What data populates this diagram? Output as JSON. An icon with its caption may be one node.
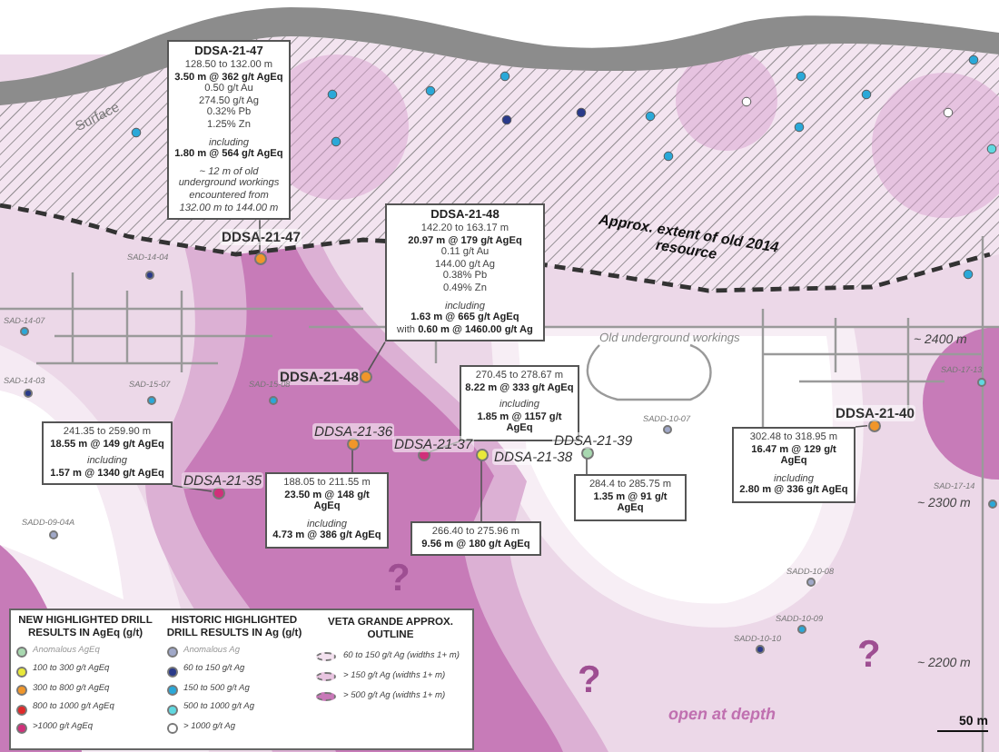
{
  "diagram": {
    "nodes": [
      {
        "text": [
          "DDSA-21-47",
          "128.50 to 132.00 m",
          "3.50 m @ 362 g/t AgEq",
          "0.50 g/t Au",
          "274.50 g/t Ag",
          "0.32% Pb",
          "1.25% Zn",
          "including",
          "1.80 m @ 564 g/t AgEq",
          "~ 12 m of old underground workings encountered from 132.00 m to 144.00 m"
        ]
      },
      {
        "text": [
          "DDSA-21-48",
          "142.20 to 163.17 m",
          "20.97 m @ 179 g/t AgEq",
          "0.11 g/t Au",
          "144.00 g/t Ag",
          "0.38% Pb",
          "0.49% Zn",
          "including",
          "1.63 m @ 665 g/t AgEq",
          "with **0.60 m @ 1460.00 g/t Ag**"
        ]
      },
      {
        "text": [],
        "shape": "circle",
        "beside": [
          "DDSA-21-47"
        ]
      },
      {
        "text": [],
        "shape": "circle",
        "beside": [
          "DDSA-21-48"
        ]
      },
      {
        "text": [
          "270.45 to 278.67 m",
          "8.22 m @ 333 g/t AgEq",
          "including",
          "1.85 m @ 1157 g/t AgEq"
        ]
      },
      {
        "text": [
          "241.35 to 259.90 m",
          "18.55 m @ 149 g/t AgEq",
          "including",
          "1.57 m @ 1340 g/t AgEq"
        ]
      },
      {
        "text": [
          "302.48 to 318.95 m",
          "16.47 m @ 129 g/t AgEq",
          "including",
          "2.80 m @ 336 g/t AgEq"
        ]
      },
      {
        "text": [],
        "shape": "circle",
        "beside": [
          "DDSA-21-36"
        ]
      },
      {
        "text": [],
        "shape": "circle",
        "beside": [
          "DDSA-21-37"
        ]
      },
      {
        "text": [],
        "shape": "circle",
        "beside": [
          "DDSA-21-38"
        ]
      },
      {
        "text": [],
        "shape": "circle",
        "beside": [
          "DDSA-21-39"
        ]
      },
      {
        "text": [],
        "shape": "circle",
        "beside": [
          "DDSA-21-40"
        ]
      },
      {
        "text": [
          "188.05 to 211.55 m",
          "23.50 m @ 148 g/t AgEq",
          "including",
          "4.73 m @ 386 g/t AgEq"
        ]
      },
      {
        "text": [],
        "shape": "circle",
        "beside": [
          "DDSA-21-35"
        ]
      },
      {
        "text": [
          "284.4 to 285.75 m",
          "1.35 m @ 91 g/t AgEq"
        ]
      },
      {
        "text": [
          "266.40 to 275.96 m",
          "9.56 m @ 180 g/t AgEq"
        ]
      }
    ],
    "edges": [
      {
        "from": 0,
        "to": 2,
        "arrow": "none"
      },
      {
        "from": 1,
        "to": 3,
        "arrow": "none"
      },
      {
        "from": 4,
        "to": 8,
        "arrow": "none"
      },
      {
        "from": 5,
        "to": 13,
        "arrow": "none"
      },
      {
        "from": 12,
        "to": 7,
        "arrow": "none"
      },
      {
        "from": 15,
        "to": 9,
        "arrow": "none"
      },
      {
        "from": 14,
        "to": 10,
        "arrow": "none"
      },
      {
        "from": 6,
        "to": 11,
        "arrow": "none"
      }
    ],
    "labels": [
      "Surface",
      "SAD-14-04",
      "Approx. extent of old 2014 resource",
      "SAD-14-07",
      "Old underground workings",
      "~ 2400 m",
      "SAD-17-13",
      "SAD-14-03",
      "SAD-15-07",
      "SAD-15-08",
      "SADD-10-07",
      "~ 2300 m",
      "SAD-17-14",
      "SADD-09-04A",
      "SADD-10-08",
      "?",
      "SADD-10-09",
      "NEW HIGHLIGHTED DRILL RESULTS IN AgEq (g/t)",
      "HISTORIC HIGHLIGHTED DRILL RESULTS IN Ag (g/t)",
      "VETA GRANDE APPROX. OUTLINE",
      "SADD-10-10",
      "~ 2200 m",
      "?",
      "?",
      "open at depth",
      "50 m"
    ],
    "legend": [
      {
        "text": "Anomalous AgEq",
        "color": "#a8d8b0"
      },
      {
        "text": "100 to 300 g/t AgEq",
        "color": "#e8e83a"
      },
      {
        "text": "300 to 800 g/t AgEq",
        "color": "#f0962a"
      },
      {
        "text": "800 to 1000 g/t AgEq",
        "color": "#e02a2a"
      },
      {
        "text": ">1000 g/t AgEq",
        "color": "#d0307a"
      },
      {
        "text": "Anomalous Ag",
        "color": "#a0a8c8"
      },
      {
        "text": "60 to 150 g/t Ag",
        "color": "#2a3a8a"
      },
      {
        "text": "150 to 500 g/t Ag",
        "color": "#2aa8d8"
      },
      {
        "text": "500 to 1000 g/t Ag",
        "color": "#60d8e0"
      },
      {
        "text": "> 1000 g/t Ag",
        "color": "#ffffff"
      },
      {
        "text": "60 to 150 g/t Ag (widths 1+ m)",
        "color": "#f2e0ee"
      },
      {
        "text": "> 150 g/t Ag (widths 1+ m)",
        "color": "#e8c4e0"
      },
      {
        "text": "> 500 g/t Ag (widths 1+ m)",
        "color": "#c878b8"
      }
    ]
  }
}
